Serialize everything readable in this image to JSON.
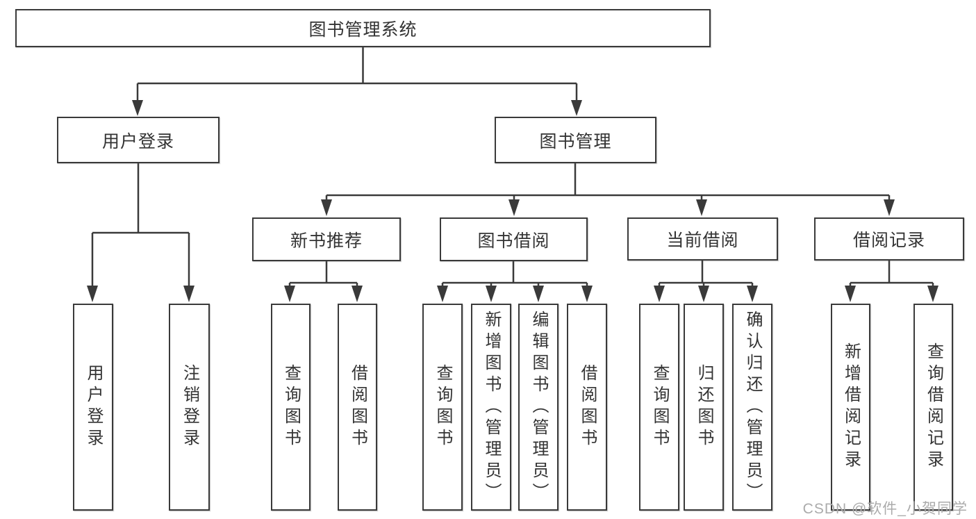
{
  "tree": {
    "root": "图书管理系统",
    "branches": [
      {
        "label": "用户登录",
        "leaves": [
          "用户登录",
          "注销登录"
        ]
      },
      {
        "label": "图书管理",
        "groups": [
          {
            "label": "新书推荐",
            "leaves": [
              "查询图书",
              "借阅图书"
            ]
          },
          {
            "label": "图书借阅",
            "leaves": [
              "查询图书",
              "新增图书（管理员）",
              "编辑图书（管理员）",
              "借阅图书"
            ]
          },
          {
            "label": "当前借阅",
            "leaves": [
              "查询图书",
              "归还图书",
              "确认归还（管理员）"
            ]
          },
          {
            "label": "借阅记录",
            "leaves": [
              "新增借阅记录",
              "查询借阅记录"
            ]
          }
        ]
      }
    ]
  },
  "watermark": {
    "text": "CSDN @软件_小贺同学"
  },
  "colors": {
    "line": "#3a3a3a",
    "text": "#333333",
    "watermark": "#ababab",
    "background": "#ffffff"
  }
}
